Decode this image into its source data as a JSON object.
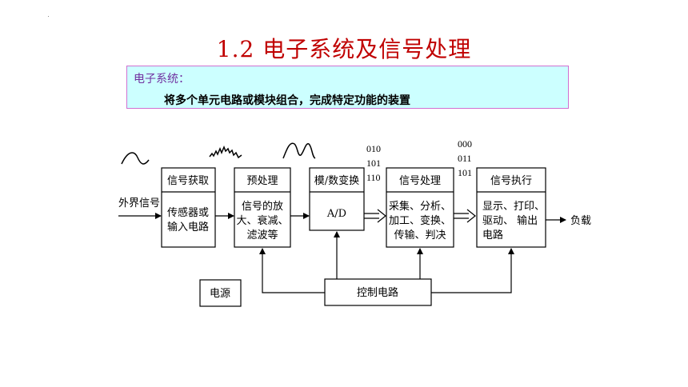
{
  "slide": {
    "title": "1.2  电子系统及信号处理"
  },
  "definition": {
    "term": "电子系统：",
    "text": "将多个单元电路或模块组合，完成特定功能的装置"
  },
  "diagram": {
    "input_label": "外界信号",
    "output_label": "负载",
    "blocks": [
      {
        "title": "信号获取",
        "lines": [
          "传感器或",
          "输入电路"
        ]
      },
      {
        "title": "预处理",
        "lines": [
          "信号的放",
          "大、衰减、",
          "滤波等"
        ]
      },
      {
        "title": "模/数变换",
        "lines": [
          "A/D"
        ]
      },
      {
        "title": "信号处理",
        "lines": [
          "采集、分析、",
          "加工、变换、",
          "传输、判决"
        ]
      },
      {
        "title": "信号执行",
        "lines": [
          "显示、打印、",
          "驱动、 输出",
          "电路"
        ]
      }
    ],
    "bits_ad": [
      "010",
      "101",
      "110"
    ],
    "bits_out": [
      "000",
      "011",
      "101"
    ],
    "power_label": "电源",
    "control_label": "控制电路"
  }
}
